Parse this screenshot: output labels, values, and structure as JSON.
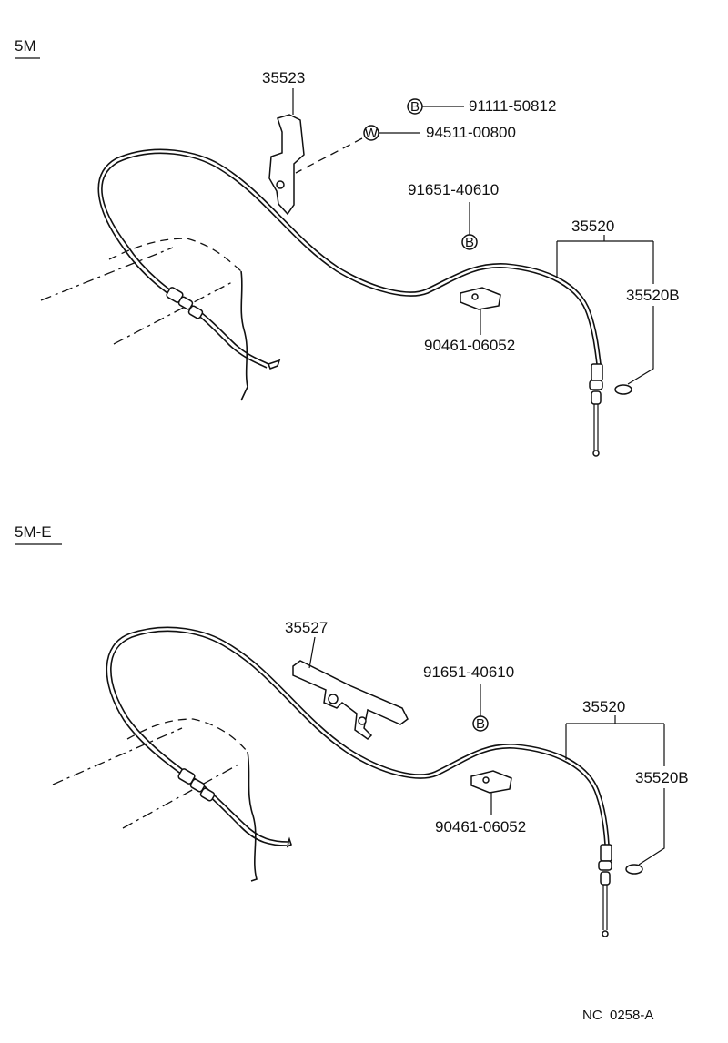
{
  "sections": [
    {
      "heading": "5M",
      "labels": {
        "bracket": "35523",
        "bolt": "91111-50812",
        "bolt_marker": "B",
        "washer": "94511-00800",
        "washer_marker": "W",
        "clip_bolt": "91651-40610",
        "clip_bolt_marker": "B",
        "cable": "35520",
        "cable_sub": "35520B",
        "clamp": "90461-06052"
      }
    },
    {
      "heading": "5M-E",
      "labels": {
        "bracket": "35527",
        "clip_bolt": "91651-40610",
        "clip_bolt_marker": "B",
        "cable": "35520",
        "cable_sub": "35520B",
        "clamp": "90461-06052"
      }
    }
  ],
  "figure_code": "NC  0258-A"
}
